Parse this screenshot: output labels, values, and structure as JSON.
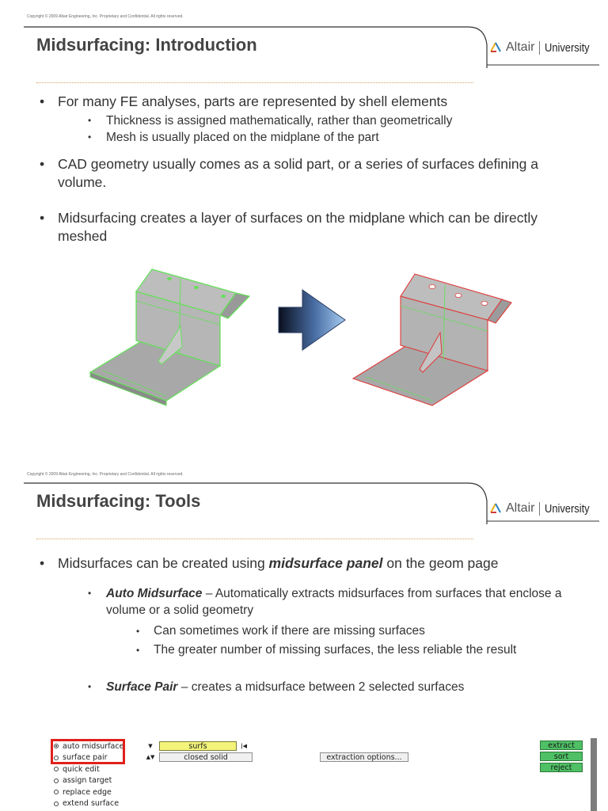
{
  "slides": [
    {
      "copyright": "Copyright © 2009 Altair Engineering, Inc. Proprietary and Confidential. All rights reserved.",
      "title": "Midsurfacing: Introduction",
      "logo": {
        "brand": "Altair",
        "suffix": "University"
      },
      "bullets": [
        {
          "text": "For many FE analyses, parts are represented by shell elements",
          "sub": [
            "Thickness is assigned mathematically, rather than geometrically",
            "Mesh is usually placed on the midplane of the part"
          ]
        },
        {
          "text": "CAD geometry usually comes as a solid part, or a series of surfaces defining a volume.",
          "sub": []
        },
        {
          "text": "Midsurfacing creates a layer of surfaces on the midplane which can be directly meshed",
          "sub": []
        }
      ],
      "figure": {
        "edge_color_solid": "#66e05a",
        "edge_color_midsurface": "#e03a3a",
        "part_fill": "#a8a8a8"
      }
    },
    {
      "copyright": "Copyright © 2009 Altair Engineering, Inc. Proprietary and Confidential. All rights reserved.",
      "title": "Midsurfacing: Tools",
      "logo": {
        "brand": "Altair",
        "suffix": "University"
      },
      "intro": {
        "before": "Midsurfaces can be created using ",
        "emphasis": "midsurface panel",
        "after": " on the geom page"
      },
      "items": [
        {
          "term": "Auto Midsurface",
          "desc": " – Automatically extracts midsurfaces from surfaces that enclose a volume or a solid geometry",
          "sub": [
            "Can sometimes work if there are missing surfaces",
            "The greater number of missing surfaces, the less reliable the result"
          ]
        },
        {
          "term": "Surface Pair",
          "desc": " – creates a midsurface between 2 selected surfaces",
          "sub": []
        }
      ],
      "panel": {
        "radios": [
          {
            "label": "auto midsurface",
            "selected": true
          },
          {
            "label": "surface pair",
            "selected": false
          },
          {
            "label": "quick edit",
            "selected": false
          },
          {
            "label": "assign target",
            "selected": false
          },
          {
            "label": "replace edge",
            "selected": false
          },
          {
            "label": "extend surface",
            "selected": false
          }
        ],
        "selector": "surfs",
        "method": "closed solid",
        "options_button": "extraction options...",
        "actions": [
          "extract",
          "sort",
          "reject"
        ],
        "colors": {
          "highlight": "#e0201c",
          "selector_bg": "#f4f47a",
          "action_bg": "#4fc065"
        }
      }
    }
  ]
}
